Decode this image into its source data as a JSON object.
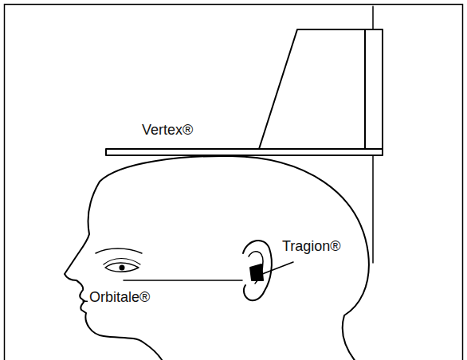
{
  "diagram": {
    "labels": [
      "Vertex®",
      "Tragion®",
      "Orbitale®"
    ]
  }
}
